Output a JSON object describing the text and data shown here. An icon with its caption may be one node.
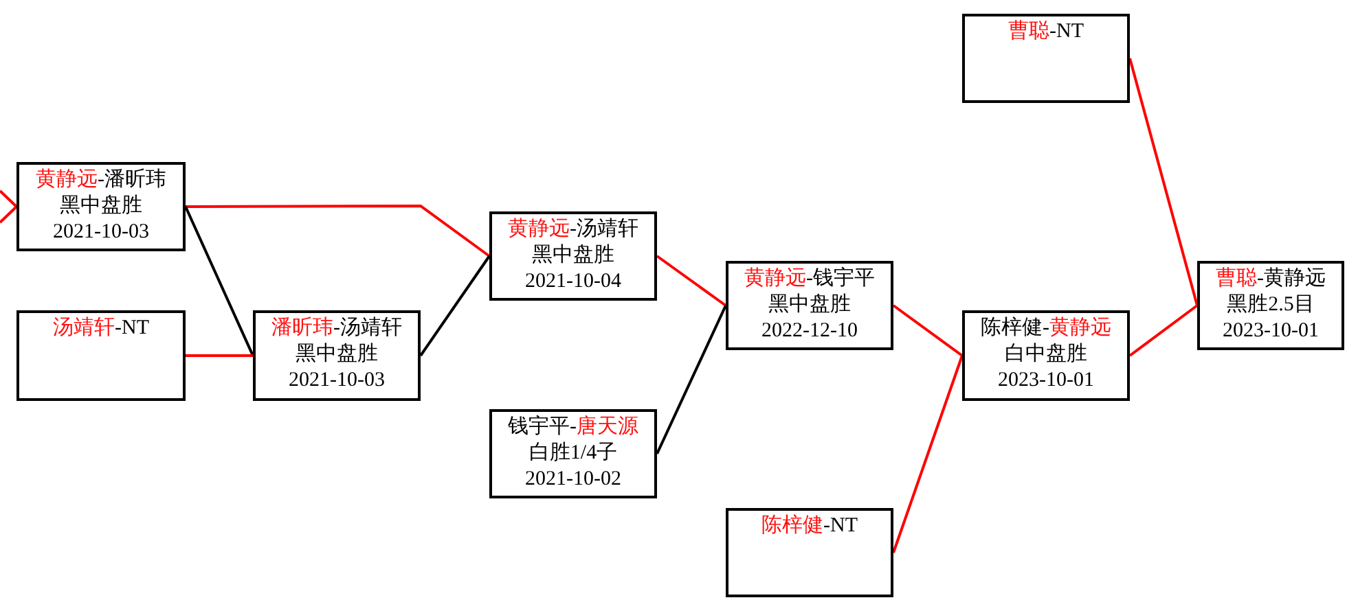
{
  "diagram": {
    "nodes": [
      {
        "text": [
          "黄静远",
          "-潘昕玮",
          "黑中盘胜",
          "2021-10-03"
        ]
      },
      {
        "text": [
          "汤靖轩",
          "-NT"
        ]
      },
      {
        "text": [
          "潘昕玮",
          "-汤靖轩",
          "黑中盘胜",
          "2021-10-03"
        ]
      },
      {
        "text": [
          "黄静远",
          "-汤靖轩",
          "黑中盘胜",
          "2021-10-04"
        ]
      },
      {
        "text": [
          "钱宇平-",
          "唐天源",
          "白胜1/4子",
          "2021-10-02"
        ]
      },
      {
        "text": [
          "黄静远",
          "-钱宇平",
          "黑中盘胜",
          "2022-12-10"
        ]
      },
      {
        "text": [
          "陈梓健",
          "-NT"
        ]
      },
      {
        "text": [
          "曹聪",
          "-NT"
        ]
      },
      {
        "text": [
          "陈梓健-",
          "黄静远",
          "白中盘胜",
          "2023-10-01"
        ]
      },
      {
        "text": [
          "曹聪",
          "-黄静远",
          "黑胜2.5目",
          "2023-10-01"
        ]
      }
    ],
    "edges": [
      {
        "from": null,
        "to": 0,
        "arrow": "none"
      },
      {
        "from": null,
        "to": 0,
        "arrow": "none"
      },
      {
        "from": 0,
        "to": 3,
        "arrow": "none"
      },
      {
        "from": 0,
        "to": 2,
        "arrow": "none",
        "color": "#000000"
      },
      {
        "from": 1,
        "to": 2,
        "arrow": "none"
      },
      {
        "from": 2,
        "to": 3,
        "arrow": "none",
        "color": "#000000"
      },
      {
        "from": 3,
        "to": 5,
        "arrow": "none"
      },
      {
        "from": 4,
        "to": 5,
        "arrow": "none",
        "color": "#000000"
      },
      {
        "from": 5,
        "to": 8,
        "arrow": "none"
      },
      {
        "from": 6,
        "to": 8,
        "arrow": "none"
      },
      {
        "from": 8,
        "to": 9,
        "arrow": "none"
      },
      {
        "from": 7,
        "to": 9,
        "arrow": "none"
      }
    ]
  }
}
